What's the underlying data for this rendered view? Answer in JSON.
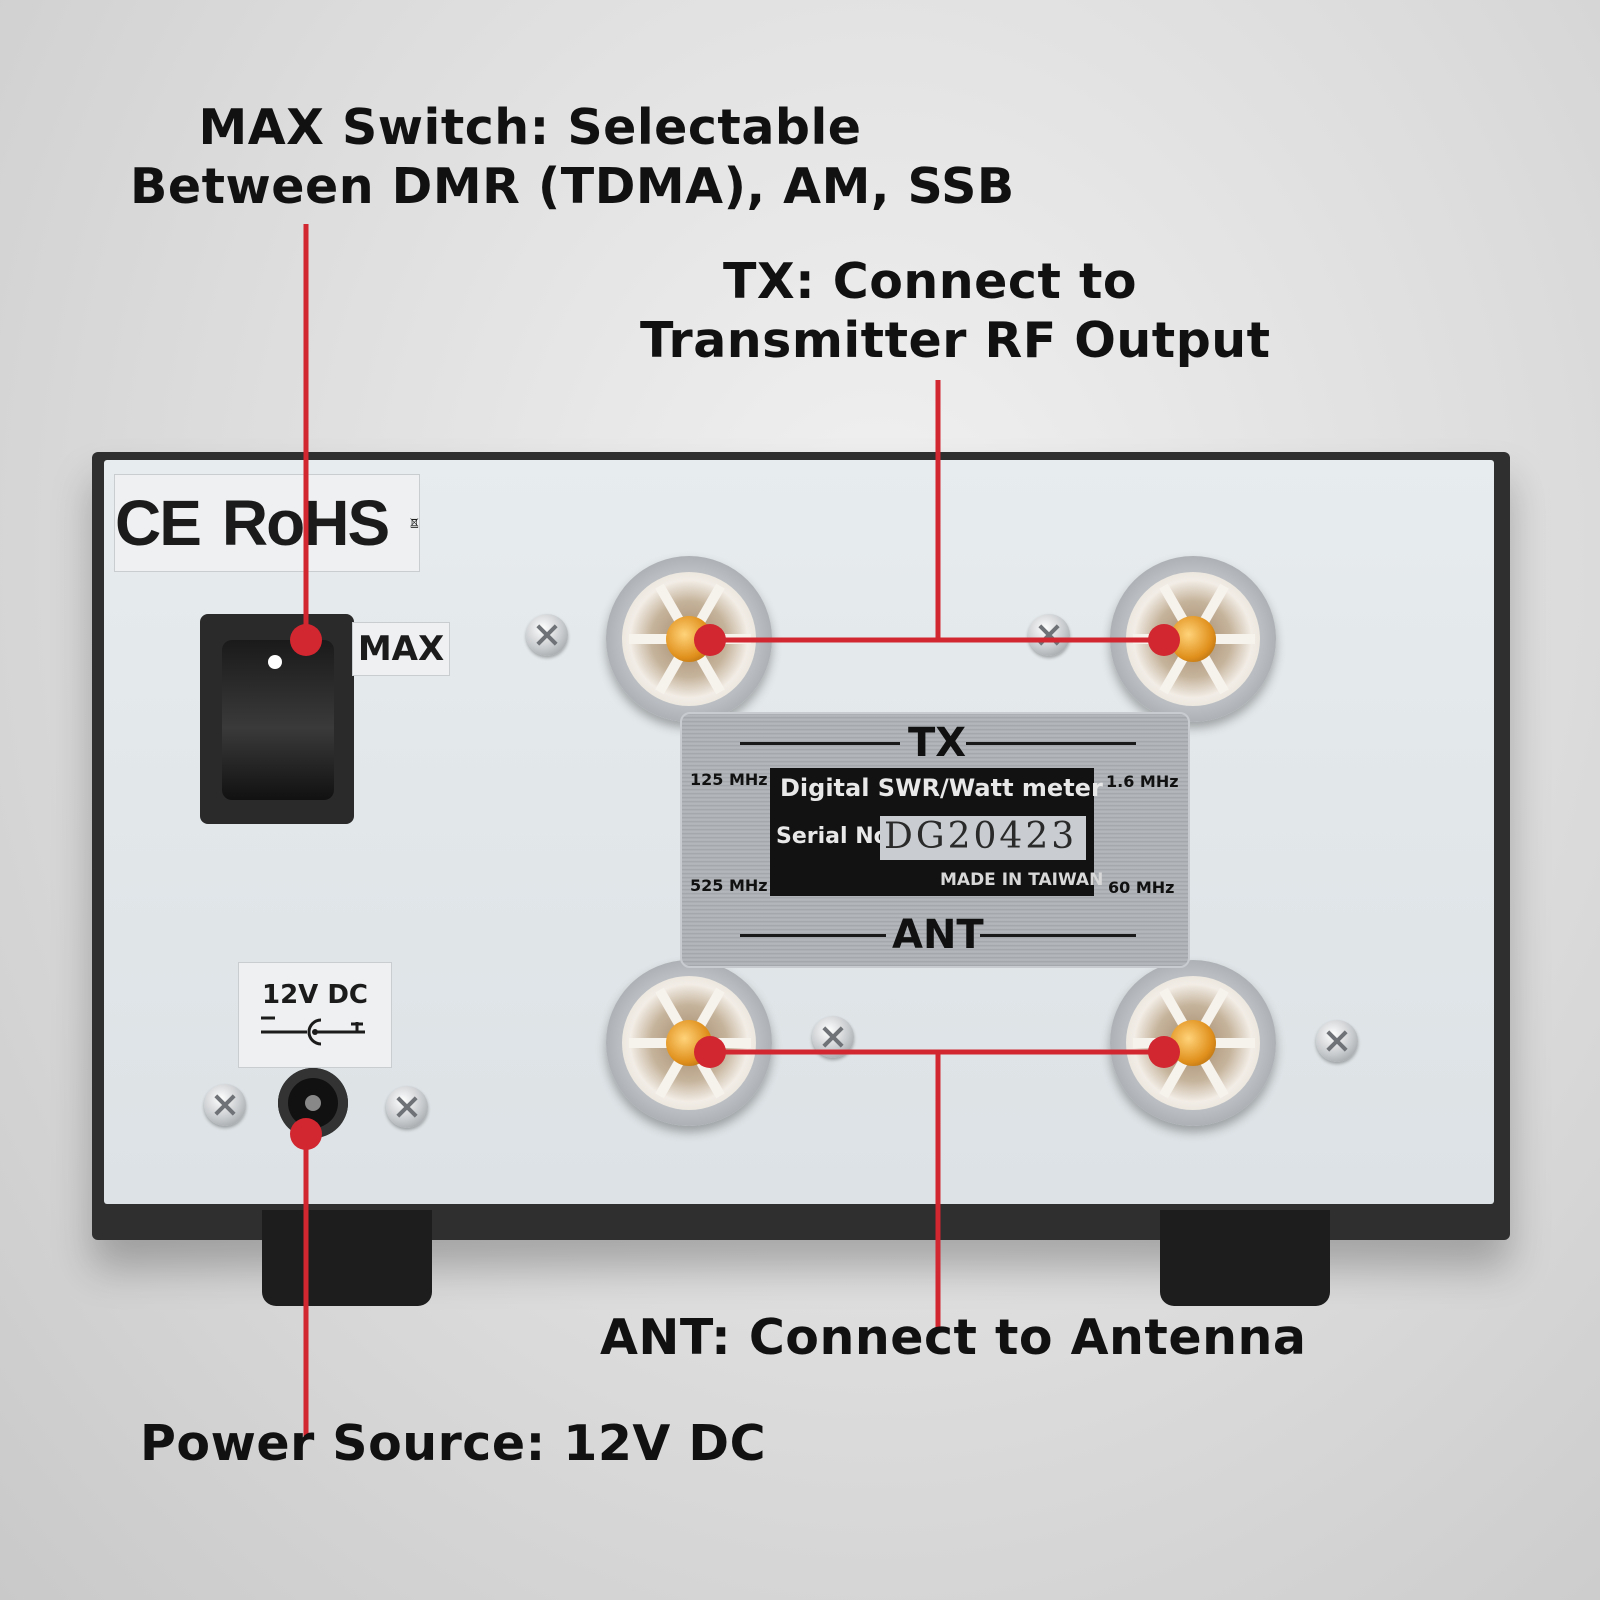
{
  "callouts": {
    "max_switch": [
      "MAX Switch: Selectable",
      "Between DMR (TDMA), AM, SSB"
    ],
    "tx": [
      "TX: Connect to",
      "Transmitter RF Output"
    ],
    "ant": [
      "ANT: Connect to Antenna"
    ],
    "power": [
      "Power Source: 12V DC"
    ]
  },
  "device": {
    "cert_labels": [
      "CE",
      "RoHS"
    ],
    "cert_icons": [
      "weee-bin-icon"
    ],
    "switch_label": "MAX",
    "power_label": "12V DC",
    "power_icon": "dc-polarity-icon",
    "plate": {
      "tx_label": "TX",
      "ant_label": "ANT",
      "freq_top_left": "125 MHz",
      "freq_bottom_left": "525 MHz",
      "freq_top_right": "1.6 MHz",
      "freq_bottom_right": "60 MHz",
      "model_name": "Digital SWR/Watt meter",
      "serial_label": "Serial No",
      "serial_value": "DG20423",
      "made_in": "MADE IN TAIWAN"
    }
  },
  "colors": {
    "callout_line": "#d22630",
    "panel": "#e2e7ea",
    "case": "#2f2f2f"
  }
}
